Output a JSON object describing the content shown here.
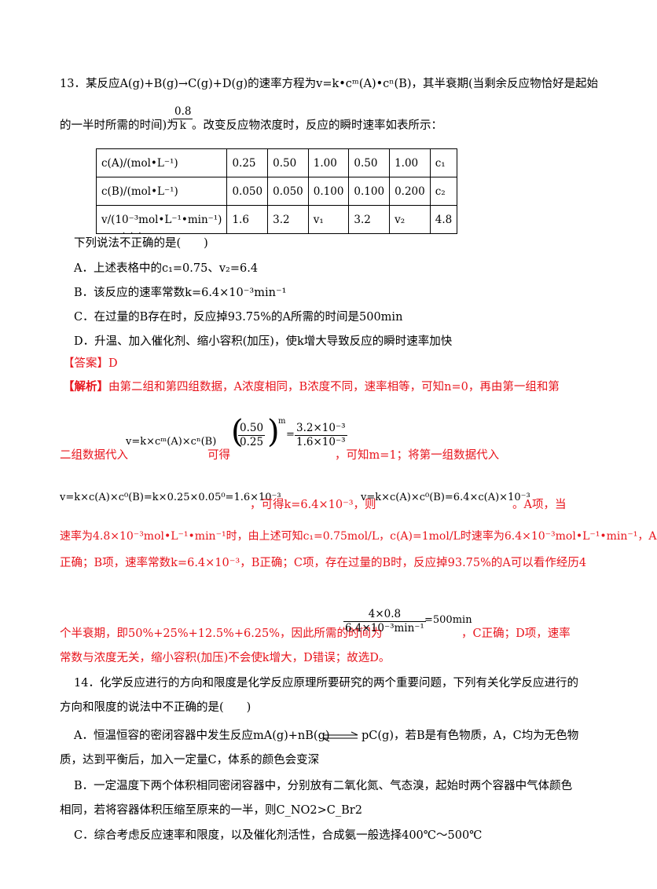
{
  "q13": {
    "stem_line1": "13．某反应A(g)+B(g)→C(g)+D(g)的速率方程为v=k•cᵐ(A)•cⁿ(B)，其半衰期(当剩余反应物恰好是起始",
    "stem_line2_a": "的一半时所需的时间)为",
    "half_life_num": "0.8",
    "half_life_den": "k",
    "stem_line2_b": "。改变反应物浓度时，反应的瞬时速率如表所示：",
    "table": {
      "rows": [
        [
          "c(A)/(mol•L⁻¹)",
          "0.25",
          "0.50",
          "1.00",
          "0.50",
          "1.00",
          "c₁"
        ],
        [
          "c(B)/(mol•L⁻¹)",
          "0.050",
          "0.050",
          "0.100",
          "0.100",
          "0.200",
          "c₂"
        ],
        [
          "v/(10⁻³mol•L⁻¹•min⁻¹)",
          "1.6",
          "3.2",
          "v₁",
          "3.2",
          "v₂",
          "4.8"
        ]
      ]
    },
    "ask": "下列说法不正确的是(　　)",
    "options": [
      "A．上述表格中的c₁=0.75、v₂=6.4",
      "B．该反应的速率常数k=6.4×10⁻³min⁻¹",
      "C．在过量的B存在时，反应掉93.75%的A所需的时间是500min",
      "D．升温、加入催化剂、缩小容积(加压)，使k增大导致反应的瞬时速率加快"
    ],
    "answer": "【答案】D",
    "analysis_label": "【解析】",
    "analysis_line1": "由第二组和第四组数据，A浓度相同，B浓度不同，速率相等，可知n=0，再由第一组和第",
    "analysis_line2_a": "二组数据代入",
    "formula_rate": "v=k×cᵐ(A)×cⁿ(B)",
    "analysis_line2_b": "可得",
    "ratio_num": "0.50",
    "ratio_den": "0.25",
    "ratio_exp": "m",
    "ratio_rhs_num": "3.2×10⁻³",
    "ratio_rhs_den": "1.6×10⁻³",
    "analysis_line2_c": "，可知m=1；将第一组数据代入",
    "formula_k": "v=k×c(A)×c⁰(B)=k×0.25×0.05⁰=1.6×10⁻³",
    "analysis_line3_a": "，可得k=6.4×10⁻³，则",
    "formula_v": "v=k×c(A)×c⁰(B)=6.4×c(A)×10⁻³",
    "analysis_line3_b": "。A项，当",
    "analysis_line4": "速率为4.8×10⁻³mol•L⁻¹•min⁻¹时，由上述可知c₁=0.75mol/L，c(A)=1mol/L时速率为6.4×10⁻³mol•L⁻¹•min⁻¹，A",
    "analysis_line5": "正确；B项，速率常数k=6.4×10⁻³，B正确；C项，存在过量的B时，反应掉93.75%的A可以看作经历4",
    "analysis_line6_a": "个半衰期，即50%+25%+12.5%+6.25%，因此所需的时间为",
    "time_num": "4×0.8",
    "time_den": "6.4×10⁻³min⁻¹",
    "time_rhs": "=500min",
    "analysis_line6_b": "，C正确；D项，速率",
    "analysis_line7": "常数与浓度无关，缩小容积(加压)不会使k增大，D错误；故选D。"
  },
  "q14": {
    "stem_line1": "14．化学反应进行的方向和限度是化学反应原理所要研究的两个重要问题，下列有关化学反应进行的",
    "stem_line2": "方向和限度的说法中不正确的是(　　)",
    "optA_line1_a": "A．恒温恒容的密闭容器中发生反应mA(g)+nB(g)",
    "optA_line1_b": "pC(g)，若B是有色物质，A，C均为无色物",
    "optA_line2": "质，达到平衡后，加入一定量C，体系的颜色会变深",
    "optB_line1": "B．一定温度下两个体积相同密闭容器中，分别放有二氧化氮、气态溴，起始时两个容器中气体颜色",
    "optB_line2": "相同，若将容器体积压缩至原来的一半，则C_NO2>C_Br2",
    "optC_line1": "C．综合考虑反应速率和限度，以及催化剂活性，合成氨一般选择400℃～500℃"
  },
  "colors": {
    "analysis": "#e8141c",
    "text": "#000000"
  }
}
